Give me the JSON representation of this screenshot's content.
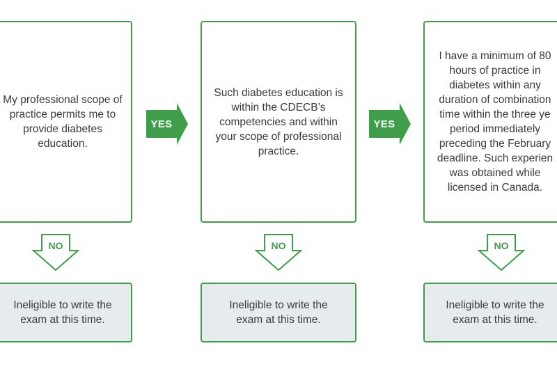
{
  "colors": {
    "accent": "#3f9e4a",
    "outcome_fill": "#e6ecee",
    "text": "#3a3a3a"
  },
  "steps": [
    {
      "criterion": "My professional scope of\npractice permits me to\nprovide diabetes\neducation.",
      "yes_label": "YES",
      "no_label": "NO",
      "outcome": "Ineligible to write the\nexam at this time."
    },
    {
      "criterion": "Such diabetes education is\nwithin the CDECB’s\ncompetencies and within\nyour scope of professional\npractice.",
      "yes_label": "YES",
      "no_label": "NO",
      "outcome": "Ineligible to write the\nexam at this time."
    },
    {
      "criterion": "I have a minimum of 80\nhours of practice in\ndiabetes within any\nduration of combination\ntime within the three ye\nperiod immediately\npreceding the February\ndeadline. Such experien\nwas obtained while\nlicensed in Canada.",
      "no_label": "NO",
      "outcome": "Ineligible to write the\nexam at this time."
    }
  ]
}
